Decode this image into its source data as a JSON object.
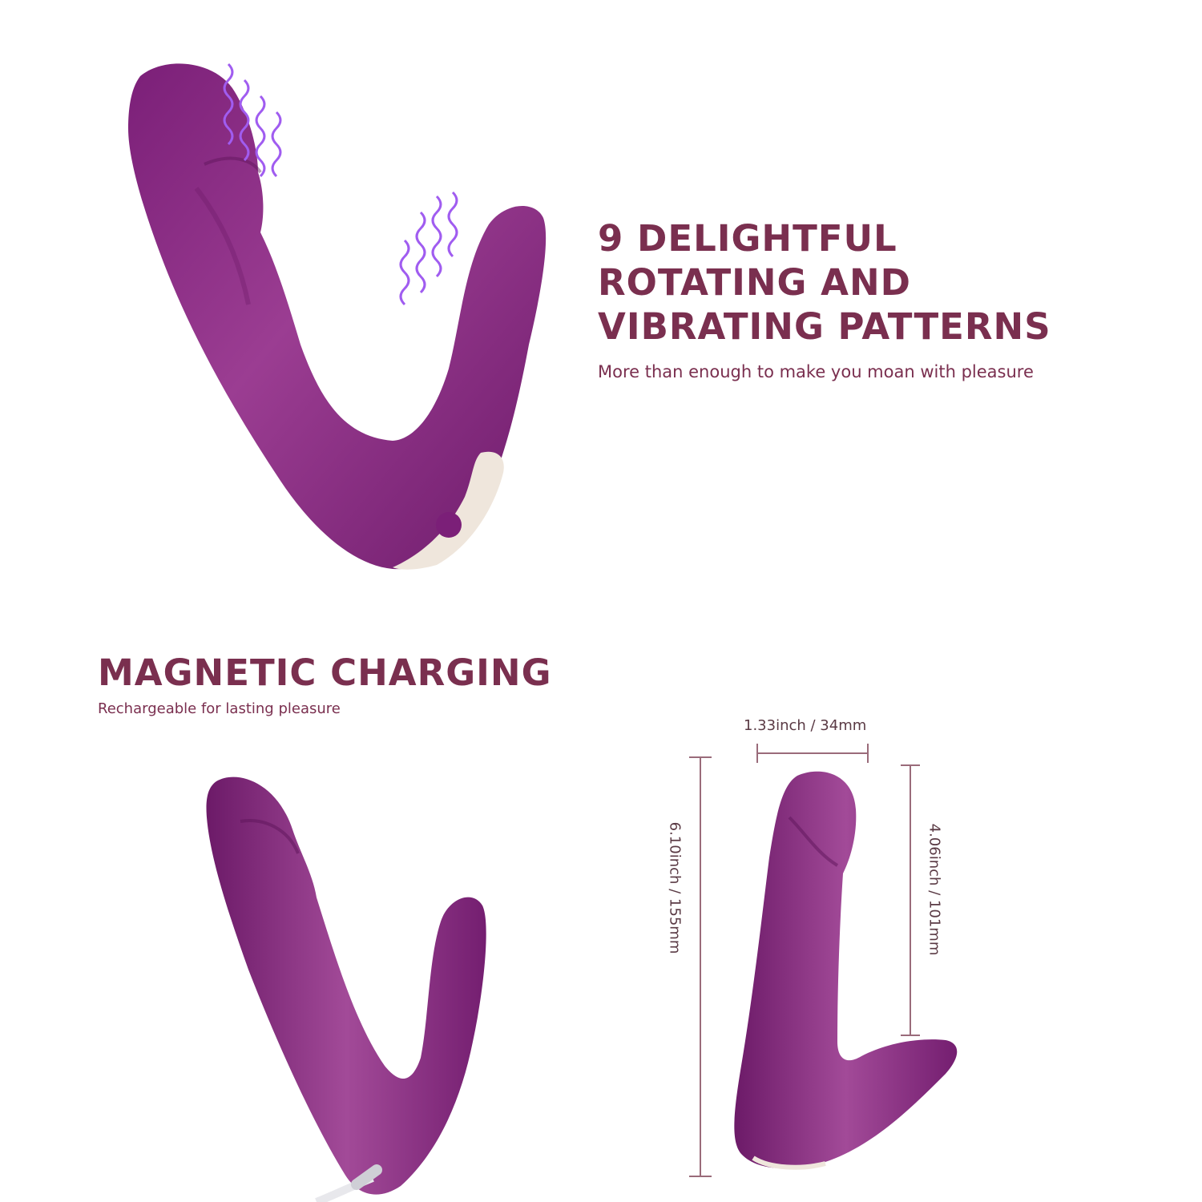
{
  "features": {
    "title_lines": [
      "9 DELIGHTFUL",
      "ROTATING AND",
      "VIBRATING PATTERNS"
    ],
    "subtitle": "More than enough to make you moan with pleasure"
  },
  "charging": {
    "title": "MAGNETIC CHARGING",
    "subtitle": "Rechargeable for lasting pleasure"
  },
  "dimensions": {
    "width": "1.33inch / 34mm",
    "total_length": "6.10inch / 155mm",
    "insertable_length": "4.06inch / 101mm"
  },
  "colors": {
    "heading": "#7a2f4f",
    "product": "#8a2f84",
    "vibration": "#a05cf0"
  }
}
